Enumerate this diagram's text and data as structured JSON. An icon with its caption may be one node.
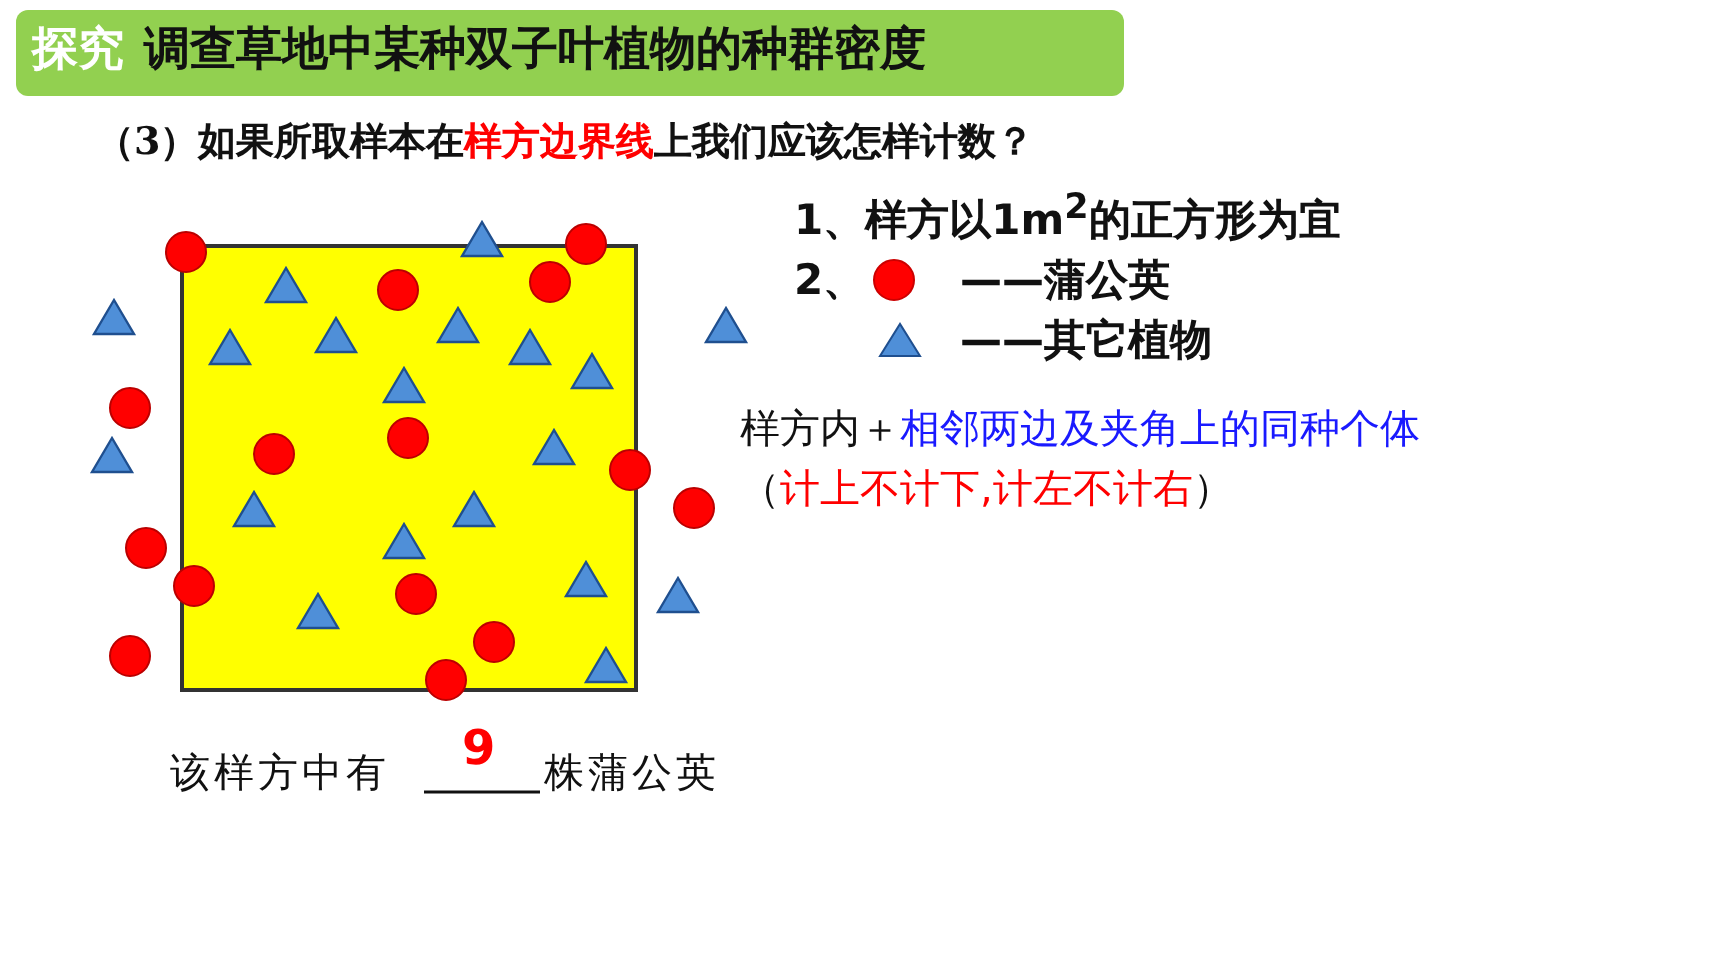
{
  "diagram": {
    "title": "调查草地中某种双子叶植物的种群密度",
    "labels": [
      "探究",
      "（3）如果所取样本在",
      "样方边界线",
      "上我们应该怎样计数？",
      "1、样方以1m$^{2}$的正方形为宜",
      "2、",
      "样方内＋",
      "相邻两边及夹角上的同种个体",
      "（",
      "计上不计下,计左不计右",
      "）",
      "该样方中有",
      "9",
      "株蒲公英"
    ],
    "legend": [
      {
        "text": "——蒲公英"
      },
      {
        "text": "——其它植物"
      }
    ]
  }
}
